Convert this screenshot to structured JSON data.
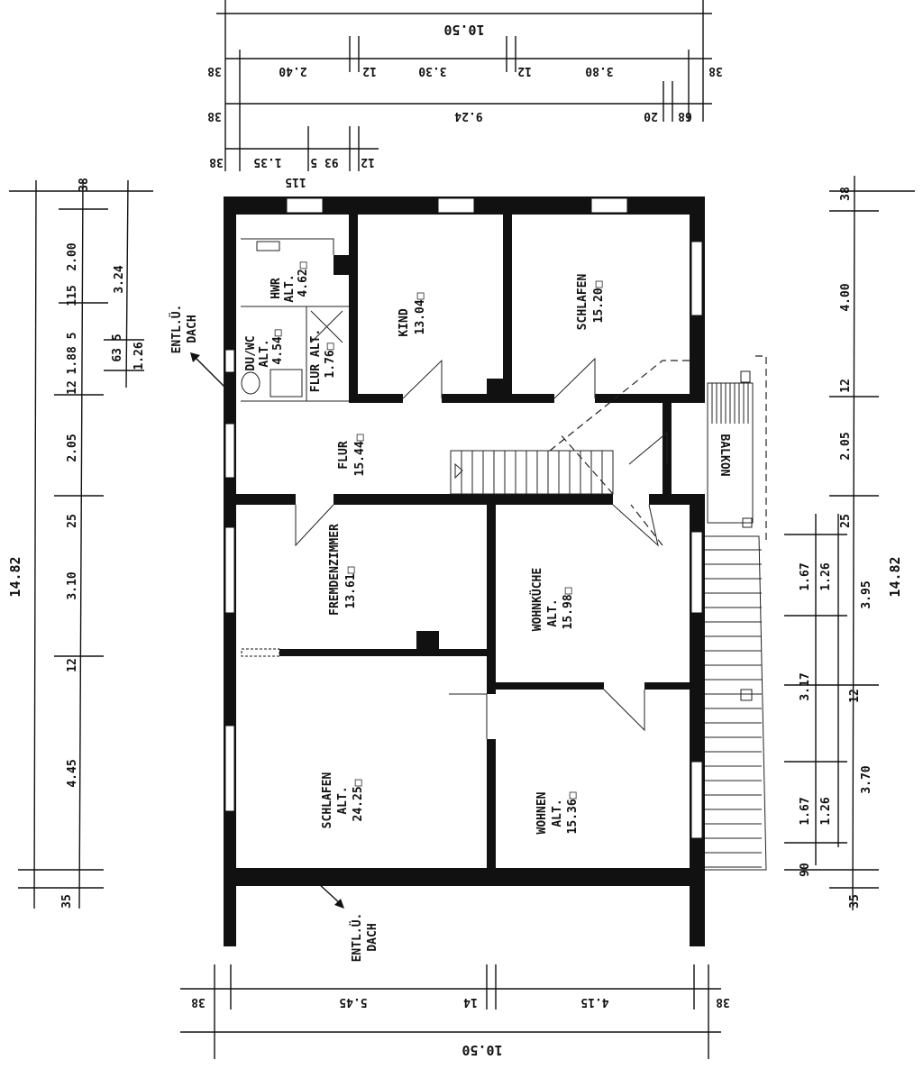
{
  "title": "Floor plan",
  "dims_top": {
    "row1": [
      "10.50"
    ],
    "row2": [
      "38",
      "2.40",
      "12",
      "3.30",
      "12",
      "3.80",
      "38"
    ],
    "row3": [
      "38",
      "9.24",
      "20",
      "68"
    ],
    "row4": [
      "38",
      "1.35",
      "93 5",
      "115",
      "12"
    ]
  },
  "dims_left": [
    "38",
    "2.00",
    "115",
    "1.88 5",
    "12",
    "2.05",
    "25",
    "3.10",
    "12",
    "4.45",
    "35",
    "14.82",
    "3.24",
    "63 5",
    "1.26"
  ],
  "dims_right": [
    "38",
    "4.00",
    "12",
    "2.05",
    "25",
    "3.95",
    "12",
    "3.70",
    "35",
    "1.67",
    "3.17",
    "1.67",
    "90",
    "1.26",
    "1.26",
    "14.82"
  ],
  "dims_bottom": [
    "38",
    "5.45",
    "14",
    "4.15",
    "38",
    "10.50"
  ],
  "rooms": {
    "hwr": [
      "HWR",
      "ALT.",
      "4.62□"
    ],
    "duwc": [
      "DU/WC",
      "ALT.",
      "4.54□"
    ],
    "flur_alt": [
      "FLUR ALT.",
      "1.76□"
    ],
    "kind": [
      "KIND",
      "13.04□"
    ],
    "schlafen_top": [
      "SCHLAFEN",
      "15.20□"
    ],
    "flur": [
      "FLUR",
      "15.44□"
    ],
    "fremdenzimmer": [
      "FREMDENZIMMER",
      "13.61□"
    ],
    "wohnkueche": [
      "WOHNKÜCHE",
      "ALT.",
      "15.98□"
    ],
    "schlafen_alt": [
      "SCHLAFEN",
      "ALT.",
      "24.25□"
    ],
    "wohnen": [
      "WOHNEN",
      "ALT.",
      "15.36□"
    ],
    "balkon": "BALKON"
  },
  "vents": [
    [
      "ENTL.Ü.",
      "DACH"
    ],
    [
      "ENTL.Ü.",
      "DACH"
    ]
  ]
}
